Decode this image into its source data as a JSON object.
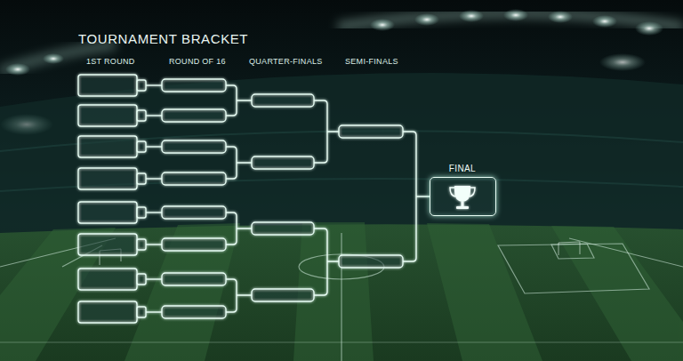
{
  "diagram": {
    "title": "TOURNAMENT BRACKET",
    "nodes": [
      {
        "text": [
          "FINAL"
        ]
      }
    ],
    "labels": [
      "1ST ROUND",
      "ROUND OF 16",
      "QUARTER-FINALS",
      "SEMI-FINALS"
    ]
  }
}
